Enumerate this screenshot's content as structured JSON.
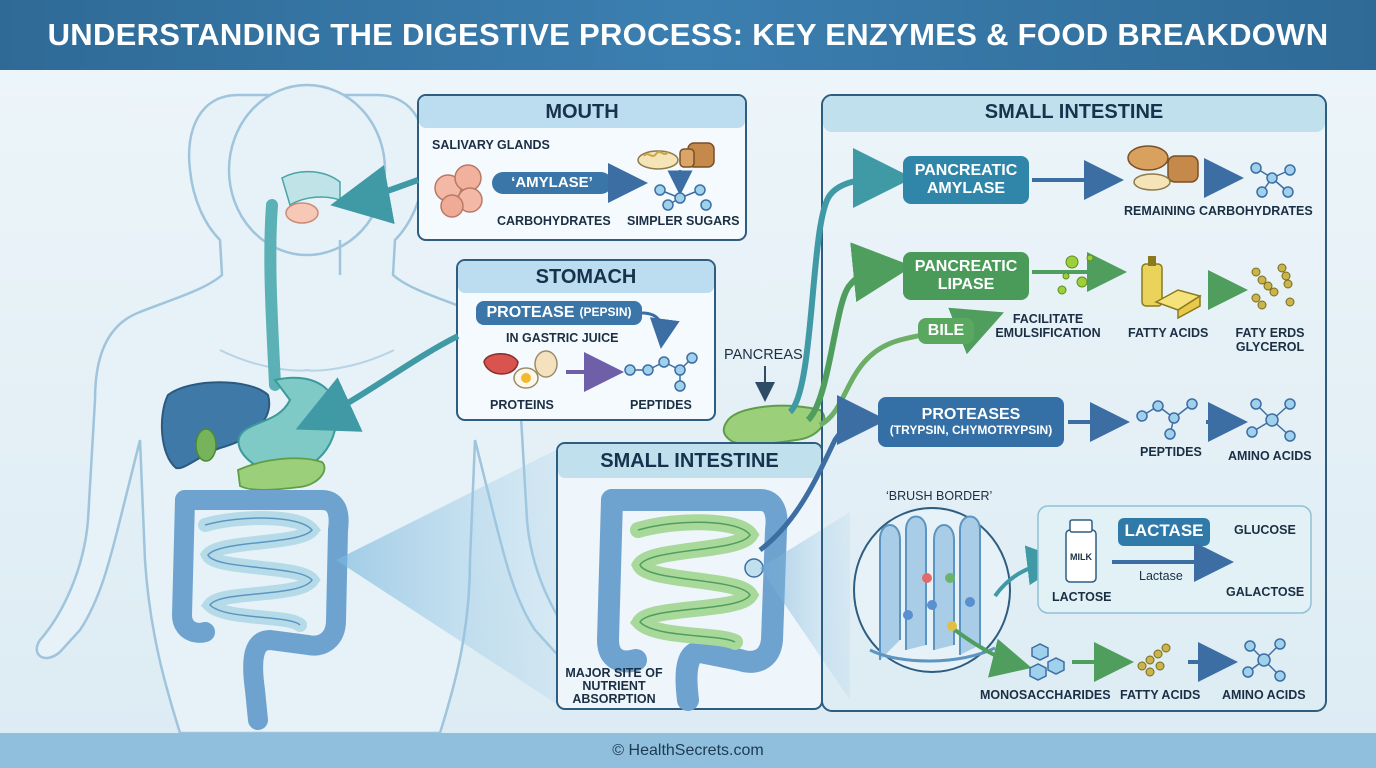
{
  "title": "UNDERSTANDING THE DIGESTIVE PROCESS: KEY ENZYMES & FOOD BREAKDOWN",
  "footer": "© HealthSecrets.com",
  "colors": {
    "header": "#3472a3",
    "panel_border": "#2e5d80",
    "amylase_pill": "#3b76a8",
    "pancreatic_amylase_pill": "#2f86a8",
    "lipase_pill": "#4a9a5a",
    "bile_pill": "#5aa860",
    "proteases_pill": "#346fa6",
    "lactase_pill": "#2f7aa8"
  },
  "mouth": {
    "heading": "MOUTH",
    "glands": "SALIVARY GLANDS",
    "enzyme": "‘AMYLASE’",
    "substrate": "CARBOHYDRATES",
    "product": "SIMPLER SUGARS"
  },
  "stomach": {
    "heading": "STOMACH",
    "enzyme": "PROTEASE",
    "enzyme_note": "(PEPSIN)",
    "juice": "IN GASTRIC JUICE",
    "substrate": "PROTEINS",
    "product": "PEPTIDES"
  },
  "pancreas_label": "PANCREAS",
  "small_intestine_inset": {
    "heading": "SMALL INTESTINE",
    "caption": "MAJOR SITE OF NUTRIENT ABSORPTION"
  },
  "small_intestine_panel": {
    "heading": "SMALL INTESTINE",
    "amylase_line1": "PANCREATIC",
    "amylase_line2": "AMYLASE",
    "amylase_product": "REMAINING CARBOHYDRATES",
    "lipase_line1": "PANCREATIC",
    "lipase_line2": "LIPASE",
    "bile": "BILE",
    "emulsify_line1": "FACILITATE",
    "emulsify_line2": "EMULSIFICATION",
    "fat_product": "FATTY ACIDS",
    "fat_final_line1": "FATY ERDS",
    "fat_final_line2": "GLYCEROL",
    "proteases": "PROTEASES",
    "proteases_note": "(TRYPSIN, CHYMOTRYPSIN)",
    "protein_product": "PEPTIDES",
    "protein_final": "AMINO ACIDS",
    "brush_border": "‘BRUSH BORDER’",
    "milk": "MILK",
    "lactase": "LACTASE",
    "lactase_sub": "Lactase",
    "lactose": "LACTOSE",
    "glucose": "GLUCOSE",
    "galactose": "GALACTOSE",
    "absorb_1": "MONOSACCHARIDES",
    "absorb_2": "FATTY ACIDS",
    "absorb_3": "AMINO ACIDS"
  }
}
